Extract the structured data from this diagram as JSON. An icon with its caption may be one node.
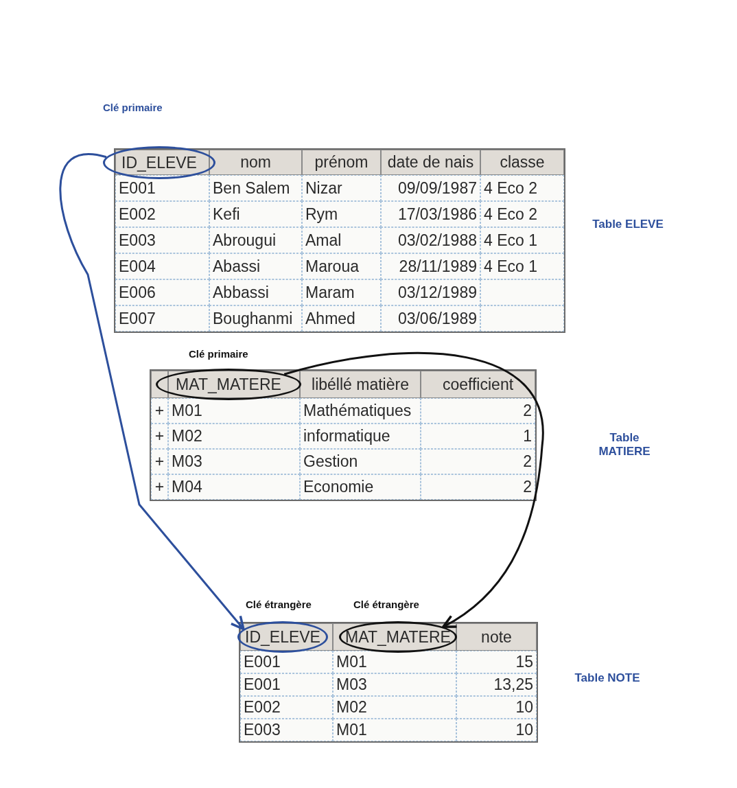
{
  "diagram": {
    "nodes": [
      {
        "text": [
          "ID_ELEVE"
        ],
        "beside": [
          "Clé primaire"
        ]
      },
      {
        "text": [
          "MAT_MATERE"
        ],
        "beside": [
          "Clé primaire"
        ]
      },
      {
        "text": [
          "ID_ELEVE"
        ],
        "beside": [
          "Clé étrangère"
        ]
      },
      {
        "text": [
          "MAT_MATERE"
        ],
        "beside": [
          "Clé étrangère"
        ]
      }
    ],
    "edges": [
      {
        "from": 0,
        "to": 2,
        "arrow": "to",
        "color": "#2d4f9c"
      },
      {
        "from": 1,
        "to": 3,
        "arrow": "to",
        "color": "#111111"
      }
    ],
    "labels": [
      "nom",
      "prénom",
      "date de nais",
      "classe",
      "E001",
      "Ben Salem",
      "Nizar",
      "09/09/1987",
      "4 Eco 2",
      "E002",
      "Kefi",
      "Rym",
      "17/03/1986",
      "4 Eco 2",
      "E003",
      "Abrougui",
      "Amal",
      "03/02/1988",
      "4 Eco 1",
      "E004",
      "Abassi",
      "Maroua",
      "28/11/1989",
      "4 Eco 1",
      "E006",
      "Abbassi",
      "Maram",
      "03/12/1989",
      "E007",
      "Boughanmi",
      "Ahmed",
      "03/06/1989",
      "Table ELEVE",
      "libéllé matière",
      "coefficient",
      "+",
      "M01",
      "Mathématiques",
      "2",
      "+",
      "M02",
      "informatique",
      "1",
      "+",
      "M03",
      "Gestion",
      "2",
      "+",
      "M04",
      "Economie",
      "2",
      "Table MATIERE",
      "note",
      "E001",
      "M01",
      "15",
      "E001",
      "M03",
      "13,25",
      "E002",
      "M02",
      "10",
      "E003",
      "M01",
      "10",
      "Table NOTE"
    ]
  }
}
